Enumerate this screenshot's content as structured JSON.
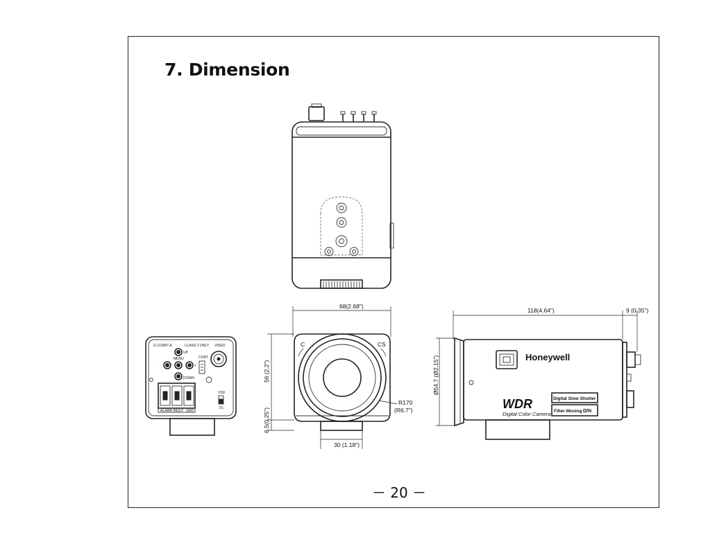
{
  "section": {
    "title": "7. Dimension"
  },
  "page": {
    "number": "－  20  －"
  },
  "rear_view": {
    "part_no": "G-112987-A",
    "class_label": "CLASS 2 ONLY",
    "video_label": "VIDEO",
    "menu_label": "MENU",
    "up_label": "UP",
    "down_label": "DOWN",
    "cont_label": "CONT",
    "vsd_label": "VSD",
    "dl_label": "DL",
    "minus_label": "-",
    "plus_label": "+",
    "terminal_labels": [
      "ALARM IN",
      "OUT",
      "GND"
    ]
  },
  "front_view": {
    "width_dim": "68(2.68\")",
    "height_dim": "56 (2.2\")",
    "base_dim": "6.5(0.25\")",
    "mount_dim": "30 (1.18\")",
    "radius_dim": "R170",
    "radius_dim_imperial": "(R6.7\")",
    "c_label": "C",
    "cs_label": "CS"
  },
  "side_view": {
    "length_dim": "118(4.64\")",
    "connector_dim": "9 (0.35\")",
    "diameter_dim": "Ø54.7 (Ø2.15\")",
    "brand": "Honeywell",
    "wdr": "WDR",
    "camera_type": "Digital Color Camera",
    "badge_shutter": "Digital Slow Shutter",
    "badge_filter": "Filter Moving",
    "badge_dn": "D/N"
  }
}
